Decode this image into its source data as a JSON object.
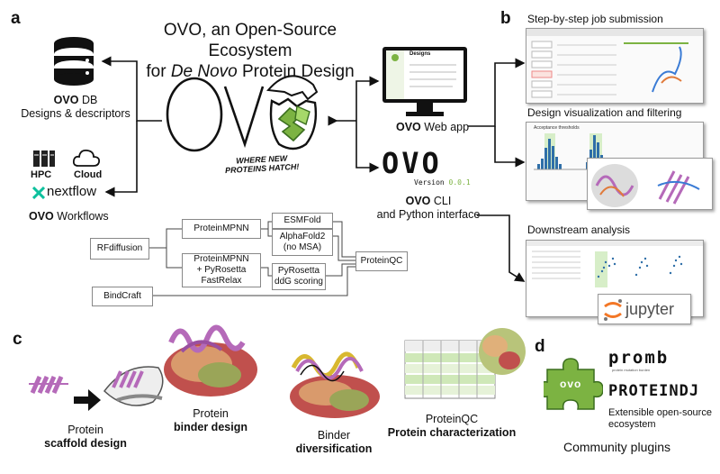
{
  "title": {
    "line1": "OVO, an Open-Source Ecosystem",
    "line2_pre": "for ",
    "line2_em": "De Novo",
    "line2_post": " Protein Design"
  },
  "panels": {
    "a": "a",
    "b": "b",
    "c": "c",
    "d": "d"
  },
  "db": {
    "name_bold": "OVO",
    "name_rest": " DB",
    "subtitle": "Designs & descriptors"
  },
  "compute": {
    "hpc": "HPC",
    "cloud": "Cloud",
    "nextflow": "nextflow"
  },
  "workflows": {
    "bold": "OVO",
    "rest": " Workflows"
  },
  "logo": {
    "letters": "OVO",
    "tagline_1": "WHERE NEW",
    "tagline_2": "PROTEINS HATCH!"
  },
  "webapp": {
    "bold": "OVO",
    "rest": " Web app",
    "screen_title": "Designs"
  },
  "cli": {
    "logo": "OVO",
    "version_label": "Version",
    "version_num": "0.0.1",
    "line1_bold": "OVO",
    "line1_rest": " CLI",
    "line2": "and Python interface"
  },
  "pipeline": {
    "rfdiffusion": "RFdiffusion",
    "proteinmpnn": "ProteinMPNN",
    "proteinmpnn_relax": [
      "ProteinMPNN",
      "+ PyRosetta",
      "FastRelax"
    ],
    "esmfold": "ESMFold",
    "alphafold": [
      "AlphaFold2",
      "(no MSA)"
    ],
    "ddg": [
      "PyRosetta",
      "ddG scoring"
    ],
    "proteinqc": "ProteinQC",
    "bindcraft": "BindCraft"
  },
  "panel_b": {
    "job": "Step-by-step job submission",
    "viz": "Design visualization and filtering",
    "viz_inner": "Acceptance thresholds",
    "downstream": "Downstream analysis",
    "jupyter": "jupyter"
  },
  "panel_c": {
    "scaffold": {
      "line1": "Protein",
      "line2": "scaffold design"
    },
    "binder": {
      "line1": "Protein",
      "line2": "binder design"
    },
    "diversification": {
      "line1": "Binder",
      "line2": "diversification"
    },
    "qc": {
      "line1": "ProteinQC",
      "line2": "Protein characterization"
    }
  },
  "panel_d": {
    "promb": "promb",
    "promb_sub": "protein mutation burden",
    "proteindj": "PROTEINDJ",
    "plugin_word": "ovo",
    "desc": [
      "Extensible open-source",
      "ecosystem"
    ],
    "title": "Community plugins"
  },
  "colors": {
    "accent_green": "#7cb342",
    "dark_green": "#3b6e1f",
    "purple": "#b56ab9",
    "chart_blue": "#2f6fa8",
    "jupyter_orange": "#f37726",
    "nextflow_green": "#0dc09d"
  }
}
